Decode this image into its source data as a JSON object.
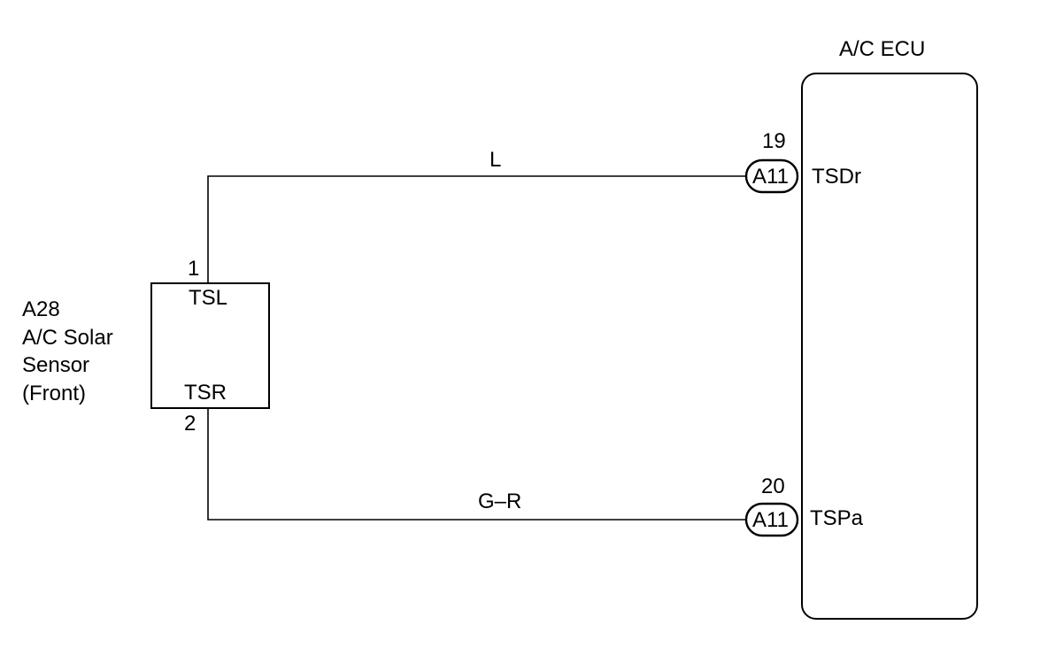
{
  "ecu": {
    "title": "A/C ECU"
  },
  "sensor": {
    "code": "A28",
    "name_line1": "A/C Solar",
    "name_line2": "Sensor",
    "name_line3": "(Front)",
    "terminal_top": "TSL",
    "terminal_bottom": "TSR",
    "pin_top": "1",
    "pin_bottom": "2"
  },
  "wires": [
    {
      "color_code": "L",
      "connector": "A11",
      "pin": "19",
      "ecu_terminal": "TSDr"
    },
    {
      "color_code": "G–R",
      "connector": "A11",
      "pin": "20",
      "ecu_terminal": "TSPa"
    }
  ]
}
